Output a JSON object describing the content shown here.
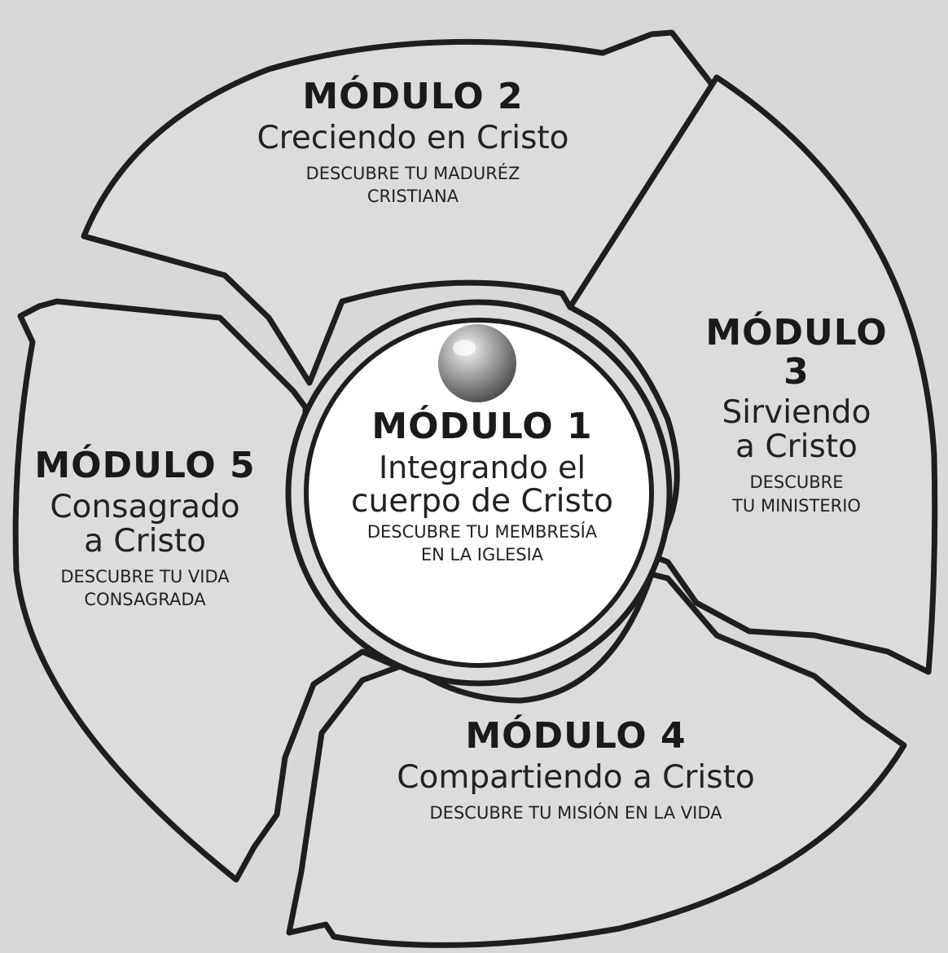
{
  "colors": {
    "background": "#d9d9d9",
    "segment_fill": "#dcdcdc",
    "outline": "#1e1e1e",
    "center_fill": "#ffffff",
    "text": "#1c1c1c"
  },
  "icons": {
    "center": "sphere-icon"
  },
  "modules": {
    "m1": {
      "title": "MÓDULO 1",
      "subtitle_line1": "Integrando el",
      "subtitle_line2": "cuerpo de Cristo",
      "desc_line1": "DESCUBRE TU MEMBRESÍA",
      "desc_line2": "EN LA IGLESIA"
    },
    "m2": {
      "title": "MÓDULO 2",
      "subtitle_line1": "Creciendo en Cristo",
      "desc_line1": "DESCUBRE TU MADURÉZ",
      "desc_line2": "CRISTIANA"
    },
    "m3": {
      "title": "MÓDULO 3",
      "subtitle_line1": "Sirviendo",
      "subtitle_line2": "a Cristo",
      "desc_line1": "DESCUBRE",
      "desc_line2": "TU MINISTERIO"
    },
    "m4": {
      "title": "MÓDULO 4",
      "subtitle_line1": "Compartiendo a Cristo",
      "desc_line1": "DESCUBRE TU MISIÓN EN LA VIDA"
    },
    "m5": {
      "title": "MÓDULO 5",
      "subtitle_line1": "Consagrado",
      "subtitle_line2": "a Cristo",
      "desc_line1": "DESCUBRE TU VIDA",
      "desc_line2": "CONSAGRADA"
    }
  }
}
